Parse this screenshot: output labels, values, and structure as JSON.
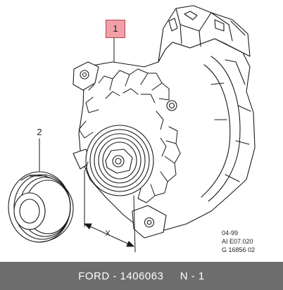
{
  "callouts": {
    "part1": "1",
    "part2": "2"
  },
  "dimension_label": "X",
  "codes": {
    "date": "04-99",
    "ref": "AI E07.020",
    "g_code": "G 16856 02"
  },
  "footer": {
    "text": "FORD - 1406063     N - 1"
  }
}
